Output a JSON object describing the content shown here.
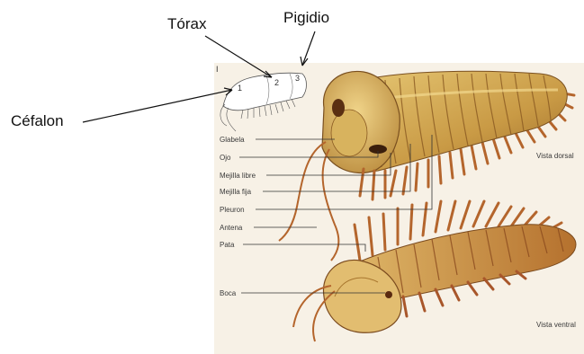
{
  "main_labels": {
    "torax": "Tórax",
    "pigidio": "Pigidio",
    "cefalon": "Céfalon"
  },
  "sketch_numbers": [
    "1",
    "2",
    "3"
  ],
  "small_corner_mark": "I",
  "part_labels": [
    "Glabela",
    "Ojo",
    "Mejilla libre",
    "Mejilla fija",
    "Pleuron",
    "Antena",
    "Pata",
    "Boca"
  ],
  "views": {
    "dorsal": "Vista dorsal",
    "ventral": "Vista ventral"
  },
  "colors": {
    "body_light": "#d9b45a",
    "body_mid": "#c08a35",
    "body_dark": "#8a5a22",
    "legs": "#b4652c",
    "background_panel": "#f7f1e6"
  }
}
